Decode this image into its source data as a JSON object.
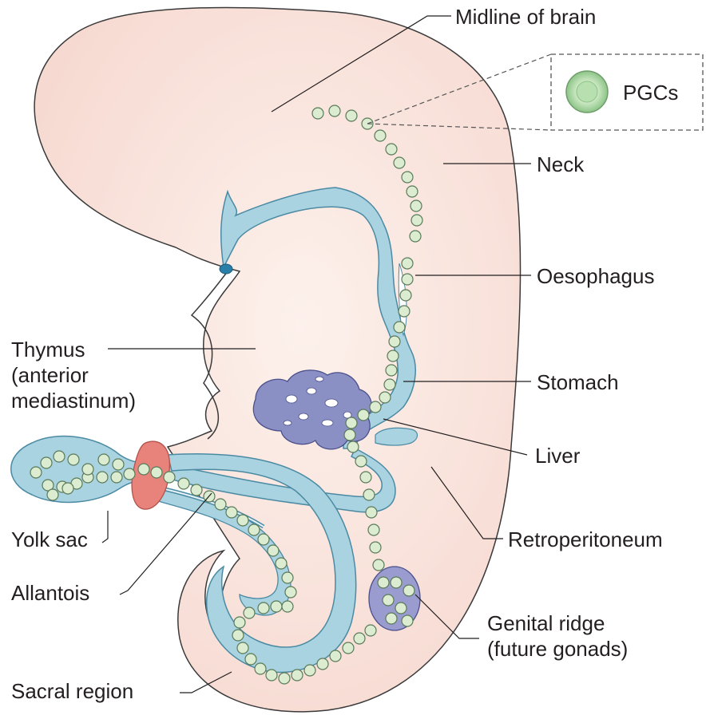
{
  "labels": {
    "midline_of_brain": "Midline of brain",
    "pgcs": "PGCs",
    "neck": "Neck",
    "oesophagus": "Oesophagus",
    "thymus_line1": "Thymus",
    "thymus_line2": "(anterior",
    "thymus_line3": "mediastinum)",
    "stomach": "Stomach",
    "liver": "Liver",
    "yolk_sac": "Yolk sac",
    "retroperitoneum": "Retroperitoneum",
    "allantois": "Allantois",
    "genital_ridge_line1": "Genital ridge",
    "genital_ridge_line2": "(future gonads)",
    "sacral_region": "Sacral region"
  },
  "colors": {
    "embryo_fill": "#fbe9e3",
    "gut_fill": "#a9d3e0",
    "gut_stroke": "#4b8aa3",
    "pgc_fill": "#dcecd0",
    "pgc_stroke": "#5a7a5a",
    "liver_fill": "#8a8fc4",
    "gonad_fill": "#9a9ccf",
    "yolk_stalk_red": "#e8837c"
  }
}
